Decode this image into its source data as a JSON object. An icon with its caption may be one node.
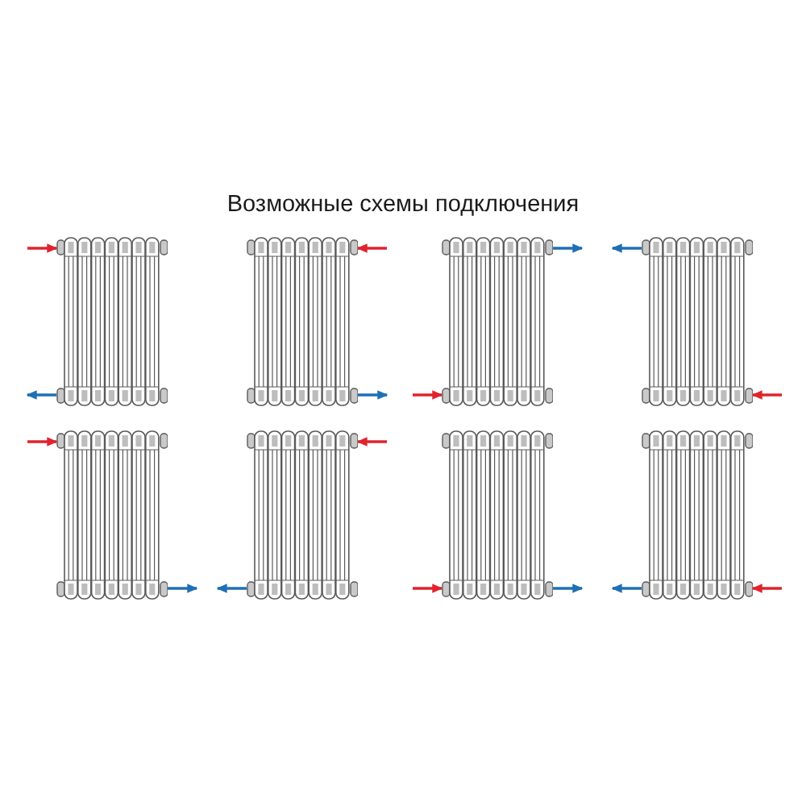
{
  "diagram": {
    "title": "Возможные схемы подключения",
    "nodes": [
      {
        "text": [],
        "shape": "picture"
      },
      {
        "text": [],
        "shape": "picture"
      },
      {
        "text": [],
        "shape": "picture"
      },
      {
        "text": [],
        "shape": "picture"
      },
      {
        "text": [],
        "shape": "picture"
      },
      {
        "text": [],
        "shape": "picture"
      },
      {
        "text": [],
        "shape": "picture"
      },
      {
        "text": [],
        "shape": "picture"
      }
    ],
    "edges": [
      {
        "from": null,
        "to": 0,
        "arrow": "to",
        "color": "#e0232d"
      },
      {
        "from": 0,
        "to": null,
        "arrow": "to",
        "color": "#1f6fb5"
      },
      {
        "from": null,
        "to": 1,
        "arrow": "to",
        "color": "#e0232d"
      },
      {
        "from": 1,
        "to": null,
        "arrow": "to",
        "color": "#1f6fb5"
      },
      {
        "from": 2,
        "to": null,
        "arrow": "to",
        "color": "#1f6fb5"
      },
      {
        "from": null,
        "to": 2,
        "arrow": "to",
        "color": "#e0232d"
      },
      {
        "from": 3,
        "to": null,
        "arrow": "to",
        "color": "#1f6fb5"
      },
      {
        "from": null,
        "to": 3,
        "arrow": "to",
        "color": "#e0232d"
      },
      {
        "from": null,
        "to": 4,
        "arrow": "to",
        "color": "#e0232d"
      },
      {
        "from": 4,
        "to": null,
        "arrow": "to",
        "color": "#1f6fb5"
      },
      {
        "from": null,
        "to": 5,
        "arrow": "to",
        "color": "#e0232d"
      },
      {
        "from": 5,
        "to": null,
        "arrow": "to",
        "color": "#1f6fb5"
      },
      {
        "from": null,
        "to": 6,
        "arrow": "to",
        "color": "#e0232d"
      },
      {
        "from": 6,
        "to": null,
        "arrow": "to",
        "color": "#1f6fb5"
      },
      {
        "from": 7,
        "to": null,
        "arrow": "to",
        "color": "#1f6fb5"
      },
      {
        "from": null,
        "to": 7,
        "arrow": "to",
        "color": "#e0232d"
      }
    ]
  }
}
